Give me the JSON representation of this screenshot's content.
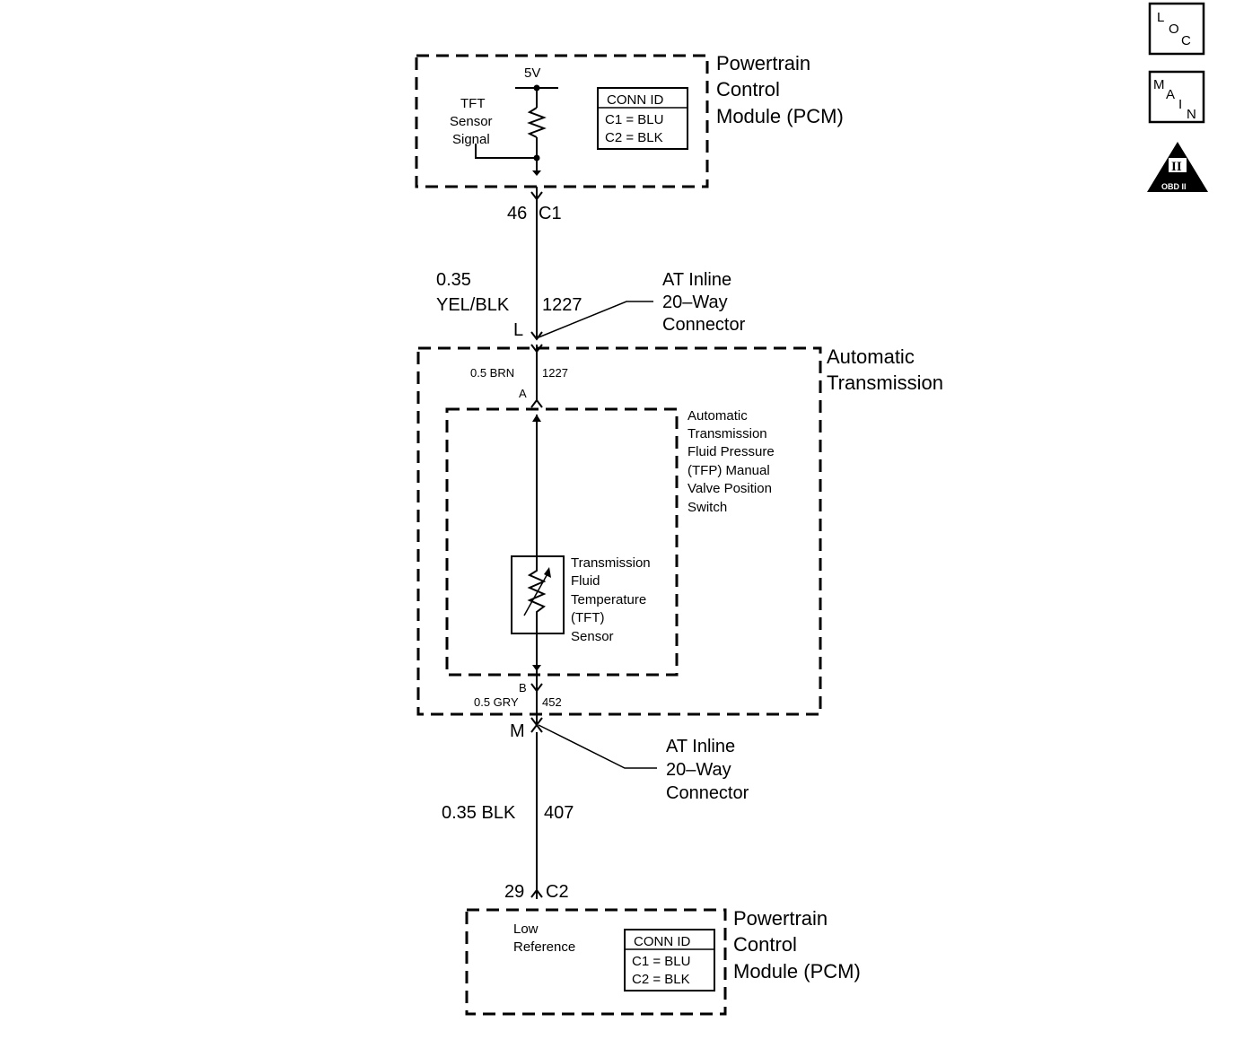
{
  "badges": {
    "loc": {
      "letters": [
        "L",
        "O",
        "C"
      ]
    },
    "main": {
      "letters": [
        "M",
        "A",
        "I",
        "N"
      ]
    },
    "obd": {
      "label": "OBD II",
      "mark": "II"
    }
  },
  "pcm_top": {
    "title_lines": [
      "Powertrain",
      "Control",
      "Module (PCM)"
    ],
    "voltage": "5V",
    "signal_label_lines": [
      "TFT",
      "Sensor",
      "Signal"
    ],
    "conn": {
      "header": "CONN ID",
      "rows": [
        "C1 = BLU",
        "C2 = BLK"
      ]
    }
  },
  "pin_c1": {
    "pin": "46",
    "connector": "C1"
  },
  "wire_1": {
    "gauge": "0.35",
    "color": "YEL/BLK",
    "circuit": "1227"
  },
  "inline_top": {
    "pin": "L",
    "label_lines": [
      "AT Inline",
      "20–Way",
      "Connector"
    ]
  },
  "transmission": {
    "title_lines": [
      "Automatic",
      "Transmission"
    ],
    "wire_in": {
      "label": "0.5 BRN",
      "circuit": "1227",
      "pin": "A"
    },
    "wire_out": {
      "label": "0.5 GRY",
      "circuit": "452",
      "pin": "B"
    },
    "switch_label_lines": [
      "Automatic",
      "Transmission",
      "Fluid Pressure",
      "(TFP) Manual",
      "Valve Position",
      "Switch"
    ],
    "sensor_label_lines": [
      "Transmission",
      "Fluid",
      "Temperature",
      "(TFT)",
      "Sensor"
    ]
  },
  "inline_bottom": {
    "pin": "M",
    "label_lines": [
      "AT Inline",
      "20–Way",
      "Connector"
    ]
  },
  "wire_2": {
    "gauge": "0.35 BLK",
    "circuit": "407"
  },
  "pin_c2": {
    "pin": "29",
    "connector": "C2"
  },
  "pcm_bottom": {
    "title_lines": [
      "Powertrain",
      "Control",
      "Module (PCM)"
    ],
    "ref_label_lines": [
      "Low",
      "Reference"
    ],
    "conn": {
      "header": "CONN ID",
      "rows": [
        "C1 = BLU",
        "C2 = BLK"
      ]
    }
  }
}
